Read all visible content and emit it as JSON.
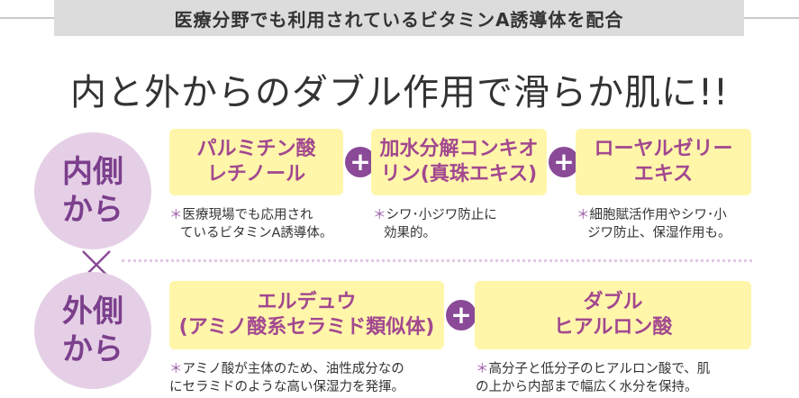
{
  "banner": {
    "text": "医療分野でも利用されているビタミンA誘導体を配合"
  },
  "headline": "内と外からのダブル作用で滑らか肌に!!",
  "inner": {
    "label_line1": "内側",
    "label_line2": "から",
    "items": [
      {
        "line1": "パルミチン酸",
        "line2": "レチノール",
        "note_mark": "＊",
        "note_line1": "医療現場でも応用され",
        "note_line2": "ているビタミンA誘導体。"
      },
      {
        "line1": "加水分解コンキオ",
        "line2": "リン(真珠エキス)",
        "note_mark": "＊",
        "note_line1": "シワ･小ジワ防止に",
        "note_line2": "効果的。"
      },
      {
        "line1": "ローヤルゼリー",
        "line2": "エキス",
        "note_mark": "＊",
        "note_line1": "細胞賦活作用やシワ･小",
        "note_line2": "ジワ防止、保湿作用も。"
      }
    ]
  },
  "outer": {
    "label_line1": "外側",
    "label_line2": "から",
    "items": [
      {
        "line1": "エルデュウ",
        "line2": "(アミノ酸系セラミド類似体)",
        "note_mark": "＊",
        "note_line1": "アミノ酸が主体のため、油性成分なの",
        "note_line2": "にセラミドのような高い保湿力を発揮。"
      },
      {
        "line1": "ダブル",
        "line2": "ヒアルロン酸",
        "note_mark": "＊",
        "note_line1": "高分子と低分子のヒアルロン酸で、肌",
        "note_line2": "の上から内部まで幅広く水分を保持。"
      }
    ]
  },
  "symbols": {
    "plus": "+"
  },
  "colors": {
    "accent_purple": "#8a4a97",
    "box_yellow": "#fff6aa",
    "circle_lavender": "#e5cfe6",
    "ingredient_text": "#a2488f"
  }
}
